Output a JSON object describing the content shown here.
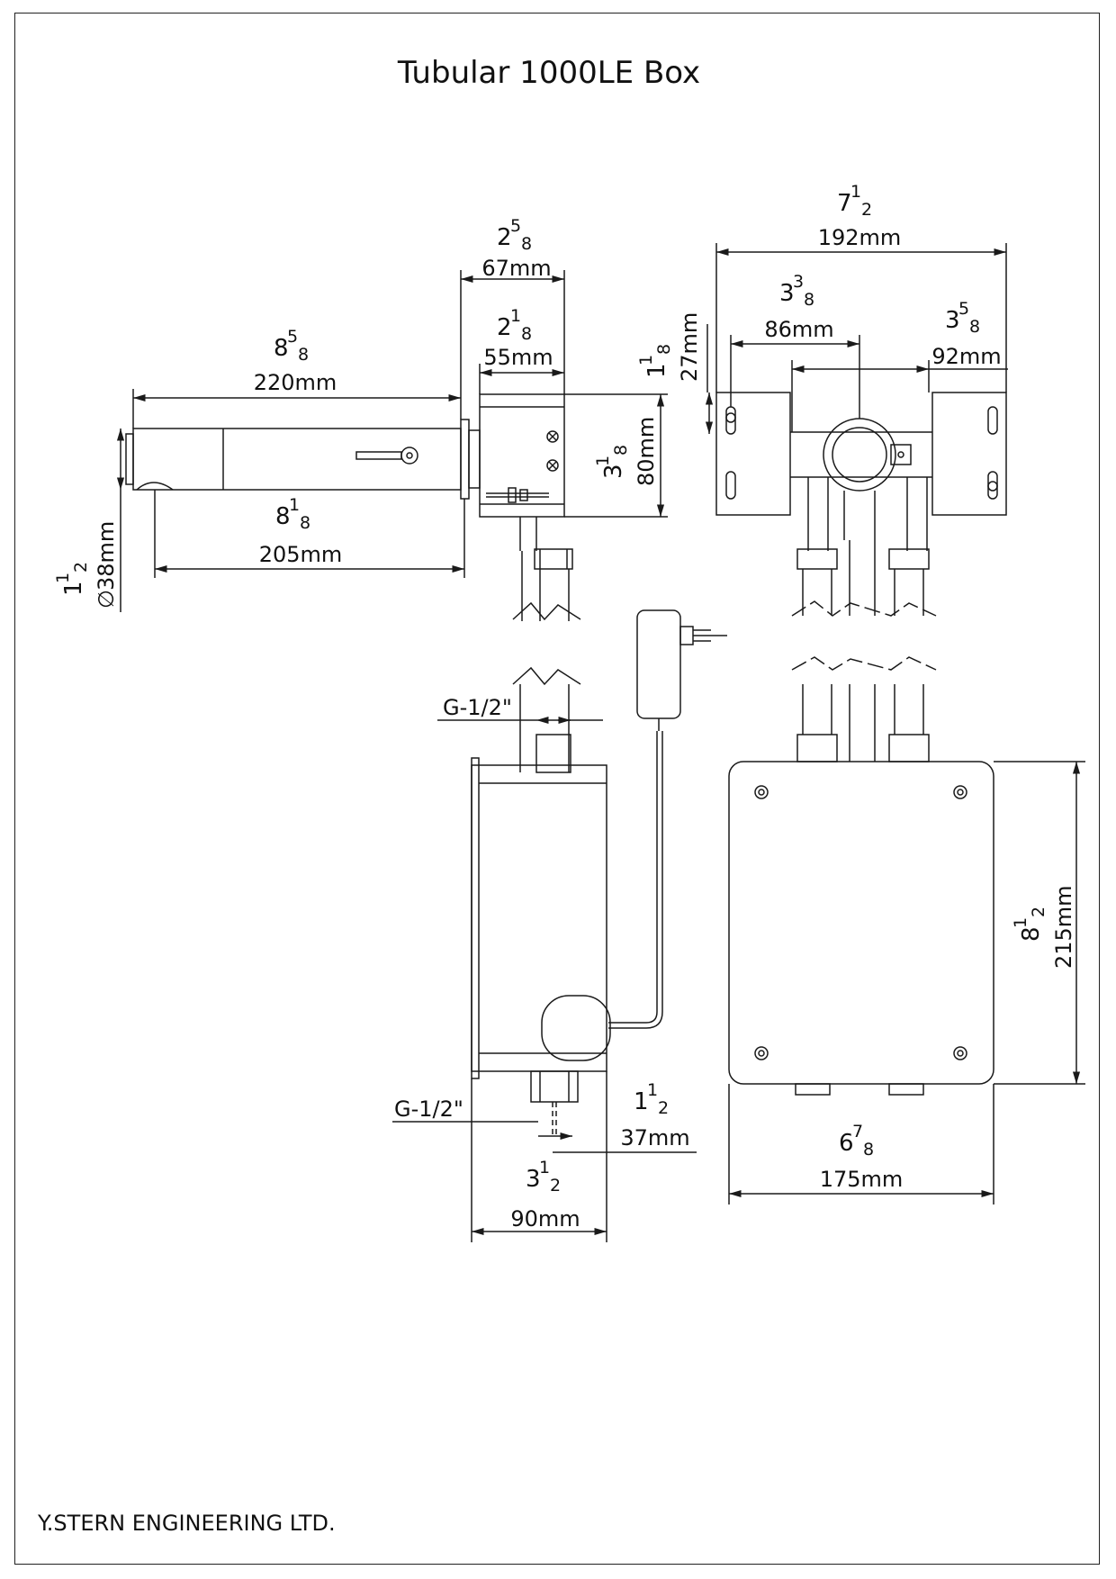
{
  "title": "Tubular 1000LE Box",
  "footer": "Y.STERN ENGINEERING LTD.",
  "spout_views": {
    "overall_length": {
      "mm": "220mm",
      "whole": "8",
      "num": "5",
      "den": "8"
    },
    "spout_length": {
      "mm": "205mm",
      "whole": "8",
      "num": "1",
      "den": "8"
    },
    "diameter": {
      "mm": "38mm",
      "symbol": "∅",
      "whole": "1",
      "num": "1",
      "den": "2"
    },
    "box_depth": {
      "mm": "67mm",
      "whole": "2",
      "num": "5",
      "den": "8"
    },
    "body_depth": {
      "mm": "55mm",
      "whole": "2",
      "num": "1",
      "den": "8"
    },
    "box_height": {
      "mm": "80mm",
      "whole": "3",
      "num": "1",
      "den": "8"
    }
  },
  "valve_view": {
    "overall_width": {
      "mm": "192mm",
      "whole": "7",
      "num": "1",
      "den": "2"
    },
    "left_offset": {
      "mm": "86mm",
      "whole": "3",
      "num": "3",
      "den": "8"
    },
    "right_offset": {
      "mm": "92mm",
      "whole": "3",
      "num": "5",
      "den": "8"
    },
    "slot_height": {
      "mm": "27mm",
      "whole": "1",
      "num": "1",
      "den": "8"
    }
  },
  "box_side_view": {
    "thread_top": "G-1/2\"",
    "thread_bottom": "G-1/2\"",
    "outlet_offset": {
      "mm": "37mm",
      "whole": "1",
      "num": "1",
      "den": "2"
    },
    "width": {
      "mm": "90mm",
      "whole": "3",
      "num": "1",
      "den": "2"
    }
  },
  "box_front_view": {
    "height": {
      "mm": "215mm",
      "whole": "8",
      "num": "1",
      "den": "2"
    },
    "width": {
      "mm": "175mm",
      "whole": "6",
      "num": "7",
      "den": "8"
    }
  },
  "colors": {
    "line": "#1a1a1a",
    "background": "#ffffff"
  }
}
